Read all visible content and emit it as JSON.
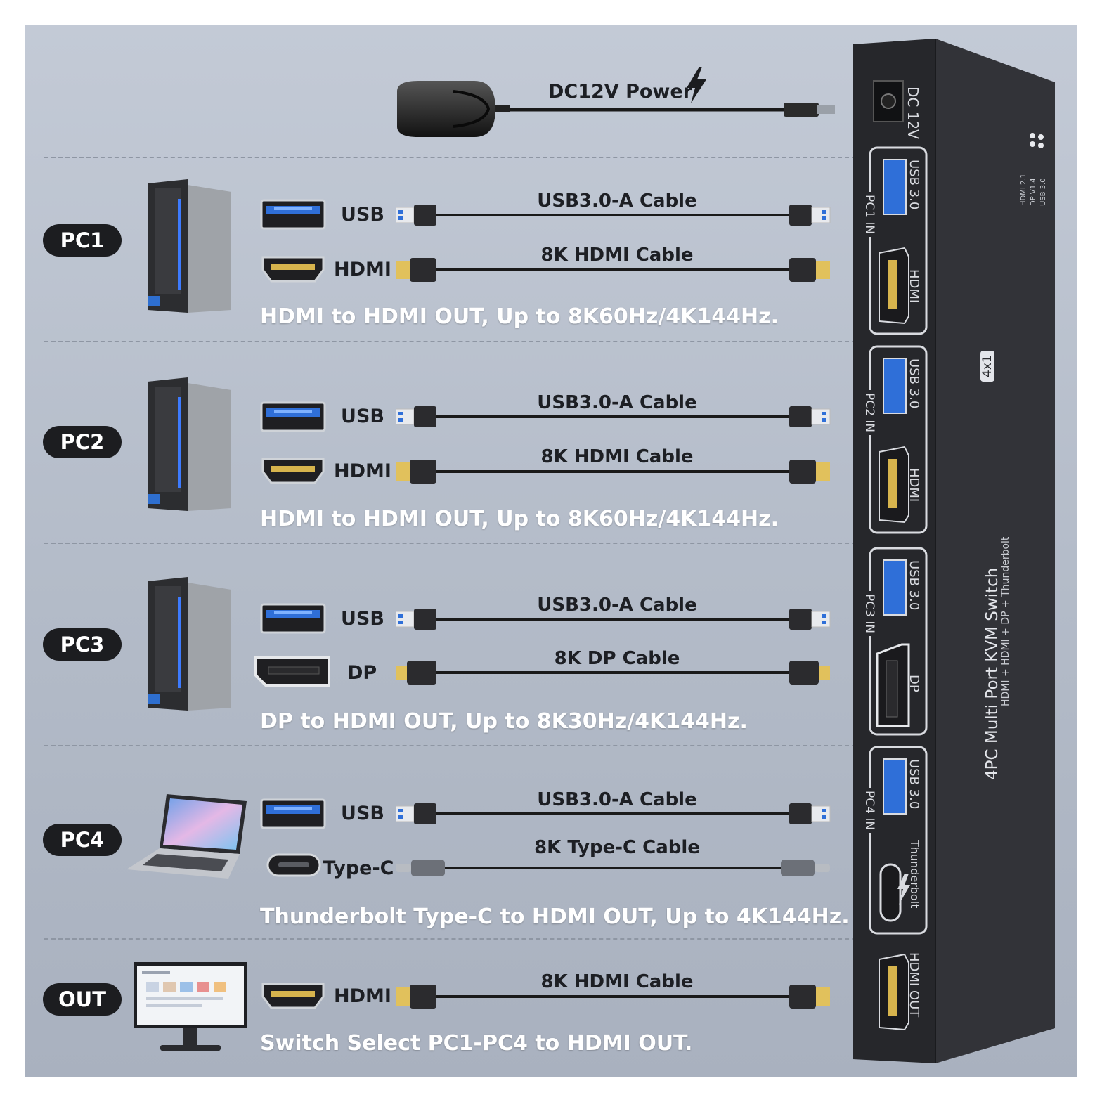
{
  "power": {
    "label": "DC12V Power"
  },
  "rows": [
    {
      "pill": "PC1",
      "usb": {
        "port_label": "USB",
        "cable_label": "USB3.0-A Cable"
      },
      "video": {
        "port_label": "HDMI",
        "cable_label": "8K HDMI Cable"
      },
      "spec": "HDMI to HDMI OUT, Up to 8K60Hz/4K144Hz."
    },
    {
      "pill": "PC2",
      "usb": {
        "port_label": "USB",
        "cable_label": "USB3.0-A Cable"
      },
      "video": {
        "port_label": "HDMI",
        "cable_label": "8K HDMI Cable"
      },
      "spec": "HDMI to HDMI OUT, Up to 8K60Hz/4K144Hz."
    },
    {
      "pill": "PC3",
      "usb": {
        "port_label": "USB",
        "cable_label": "USB3.0-A Cable"
      },
      "video": {
        "port_label": "DP",
        "cable_label": "8K DP Cable"
      },
      "spec": "DP to HDMI OUT, Up to 8K30Hz/4K144Hz."
    },
    {
      "pill": "PC4",
      "usb": {
        "port_label": "USB",
        "cable_label": "USB3.0-A Cable"
      },
      "video": {
        "port_label": "Type-C",
        "cable_label": "8K Type-C Cable"
      },
      "spec": "Thunderbolt Type-C to HDMI OUT, Up to 4K144Hz."
    }
  ],
  "out": {
    "pill": "OUT",
    "port_label": "HDMI",
    "cable_label": "8K HDMI Cable",
    "spec": "Switch Select PC1-PC4 to HDMI OUT."
  },
  "device": {
    "dc_label": "DC 12V",
    "leds": [
      "HDMI 2.1",
      "DP V1.4",
      "USB 3.0"
    ],
    "title": "4PC Multi Port KVM Switch",
    "subtitle": "HDMI + HDMI + DP + Thunderbolt",
    "badge": "4x1",
    "groups": [
      {
        "in_label": "PC1 IN",
        "usb_label": "USB 3.0",
        "video_label": "HDMI"
      },
      {
        "in_label": "PC2 IN",
        "usb_label": "USB 3.0",
        "video_label": "HDMI"
      },
      {
        "in_label": "PC3 IN",
        "usb_label": "USB 3.0",
        "video_label": "DP"
      },
      {
        "in_label": "PC4 IN",
        "usb_label": "USB 3.0",
        "video_label": "Thunderbolt"
      }
    ],
    "out_label": "HDMI OUT"
  },
  "colors": {
    "background": "#b8bfcc",
    "pill": "#1c1d20",
    "device": "#2a2b2f",
    "usb_blue": "#2f6fd8",
    "gold": "#e1c15c"
  }
}
